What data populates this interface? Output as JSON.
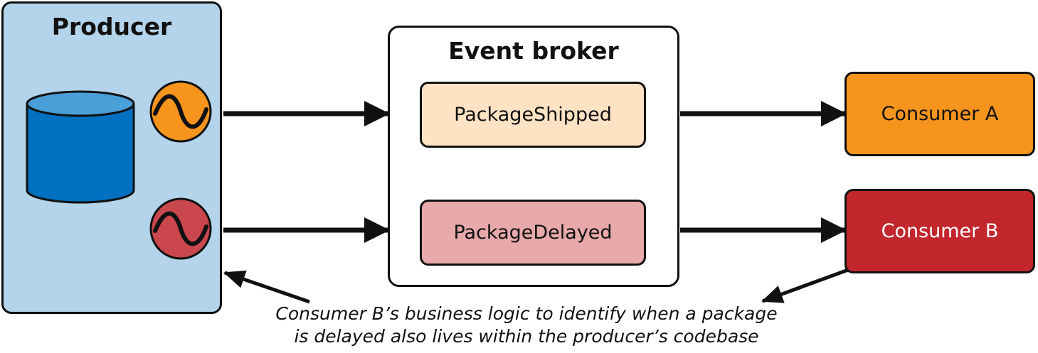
{
  "producer": {
    "title": "Producer"
  },
  "broker": {
    "title": "Event broker",
    "events": [
      {
        "label": "PackageShipped",
        "color": "#fde2c4"
      },
      {
        "label": "PackageDelayed",
        "color": "#e8a9aa"
      }
    ]
  },
  "consumers": [
    {
      "label": "Consumer A",
      "color": "#f6941e"
    },
    {
      "label": "Consumer B",
      "color": "#c1272d"
    }
  ],
  "note": {
    "line1": "Consumer B’s business logic to identify when a package",
    "line2": "is delayed also lives within the producer’s codebase"
  },
  "icons": {
    "database": "database-icon",
    "event_shipped": "event-wave-icon",
    "event_delayed": "event-wave-icon"
  },
  "colors": {
    "producer_bg": "#b3d4ea",
    "database": "#0070c0",
    "shipped_icon": "#f6941e",
    "delayed_icon": "#c9474d"
  }
}
